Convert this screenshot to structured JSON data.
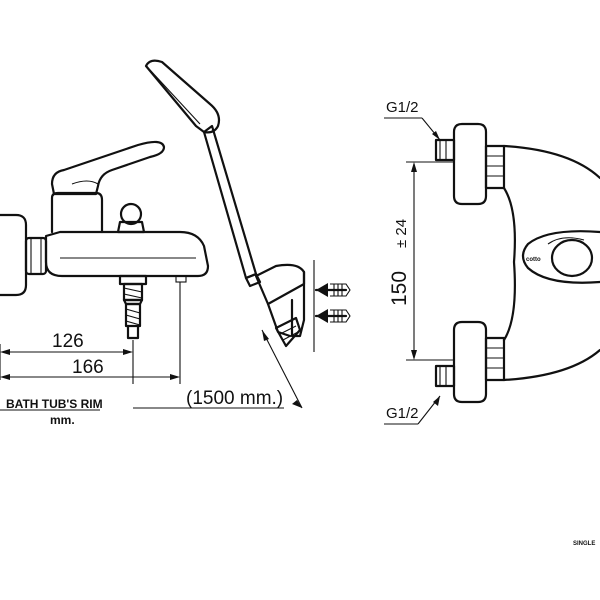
{
  "side_view": {
    "dim_126": "126",
    "dim_166": "166",
    "dim_hose": "(1500 mm.)",
    "rim_note": "BATH TUB'S RIM",
    "mm_note": "mm."
  },
  "front_view": {
    "thread_top": "G1/2",
    "thread_bottom": "G1/2",
    "dim_spacing": "150",
    "dim_tolerance": "± 24",
    "brand_mark": "cotto"
  },
  "footer": {
    "caption": "SINGLE"
  },
  "colors": {
    "line": "#111111",
    "background": "#ffffff"
  }
}
